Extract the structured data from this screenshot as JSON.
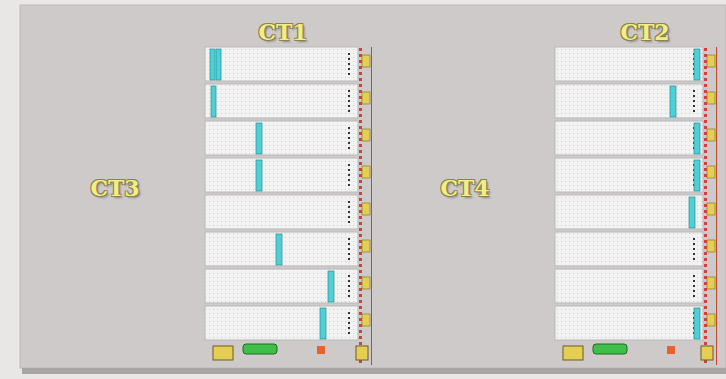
{
  "diagram": {
    "labels": [
      "CT1",
      "CT2",
      "CT3",
      "CT4"
    ]
  }
}
